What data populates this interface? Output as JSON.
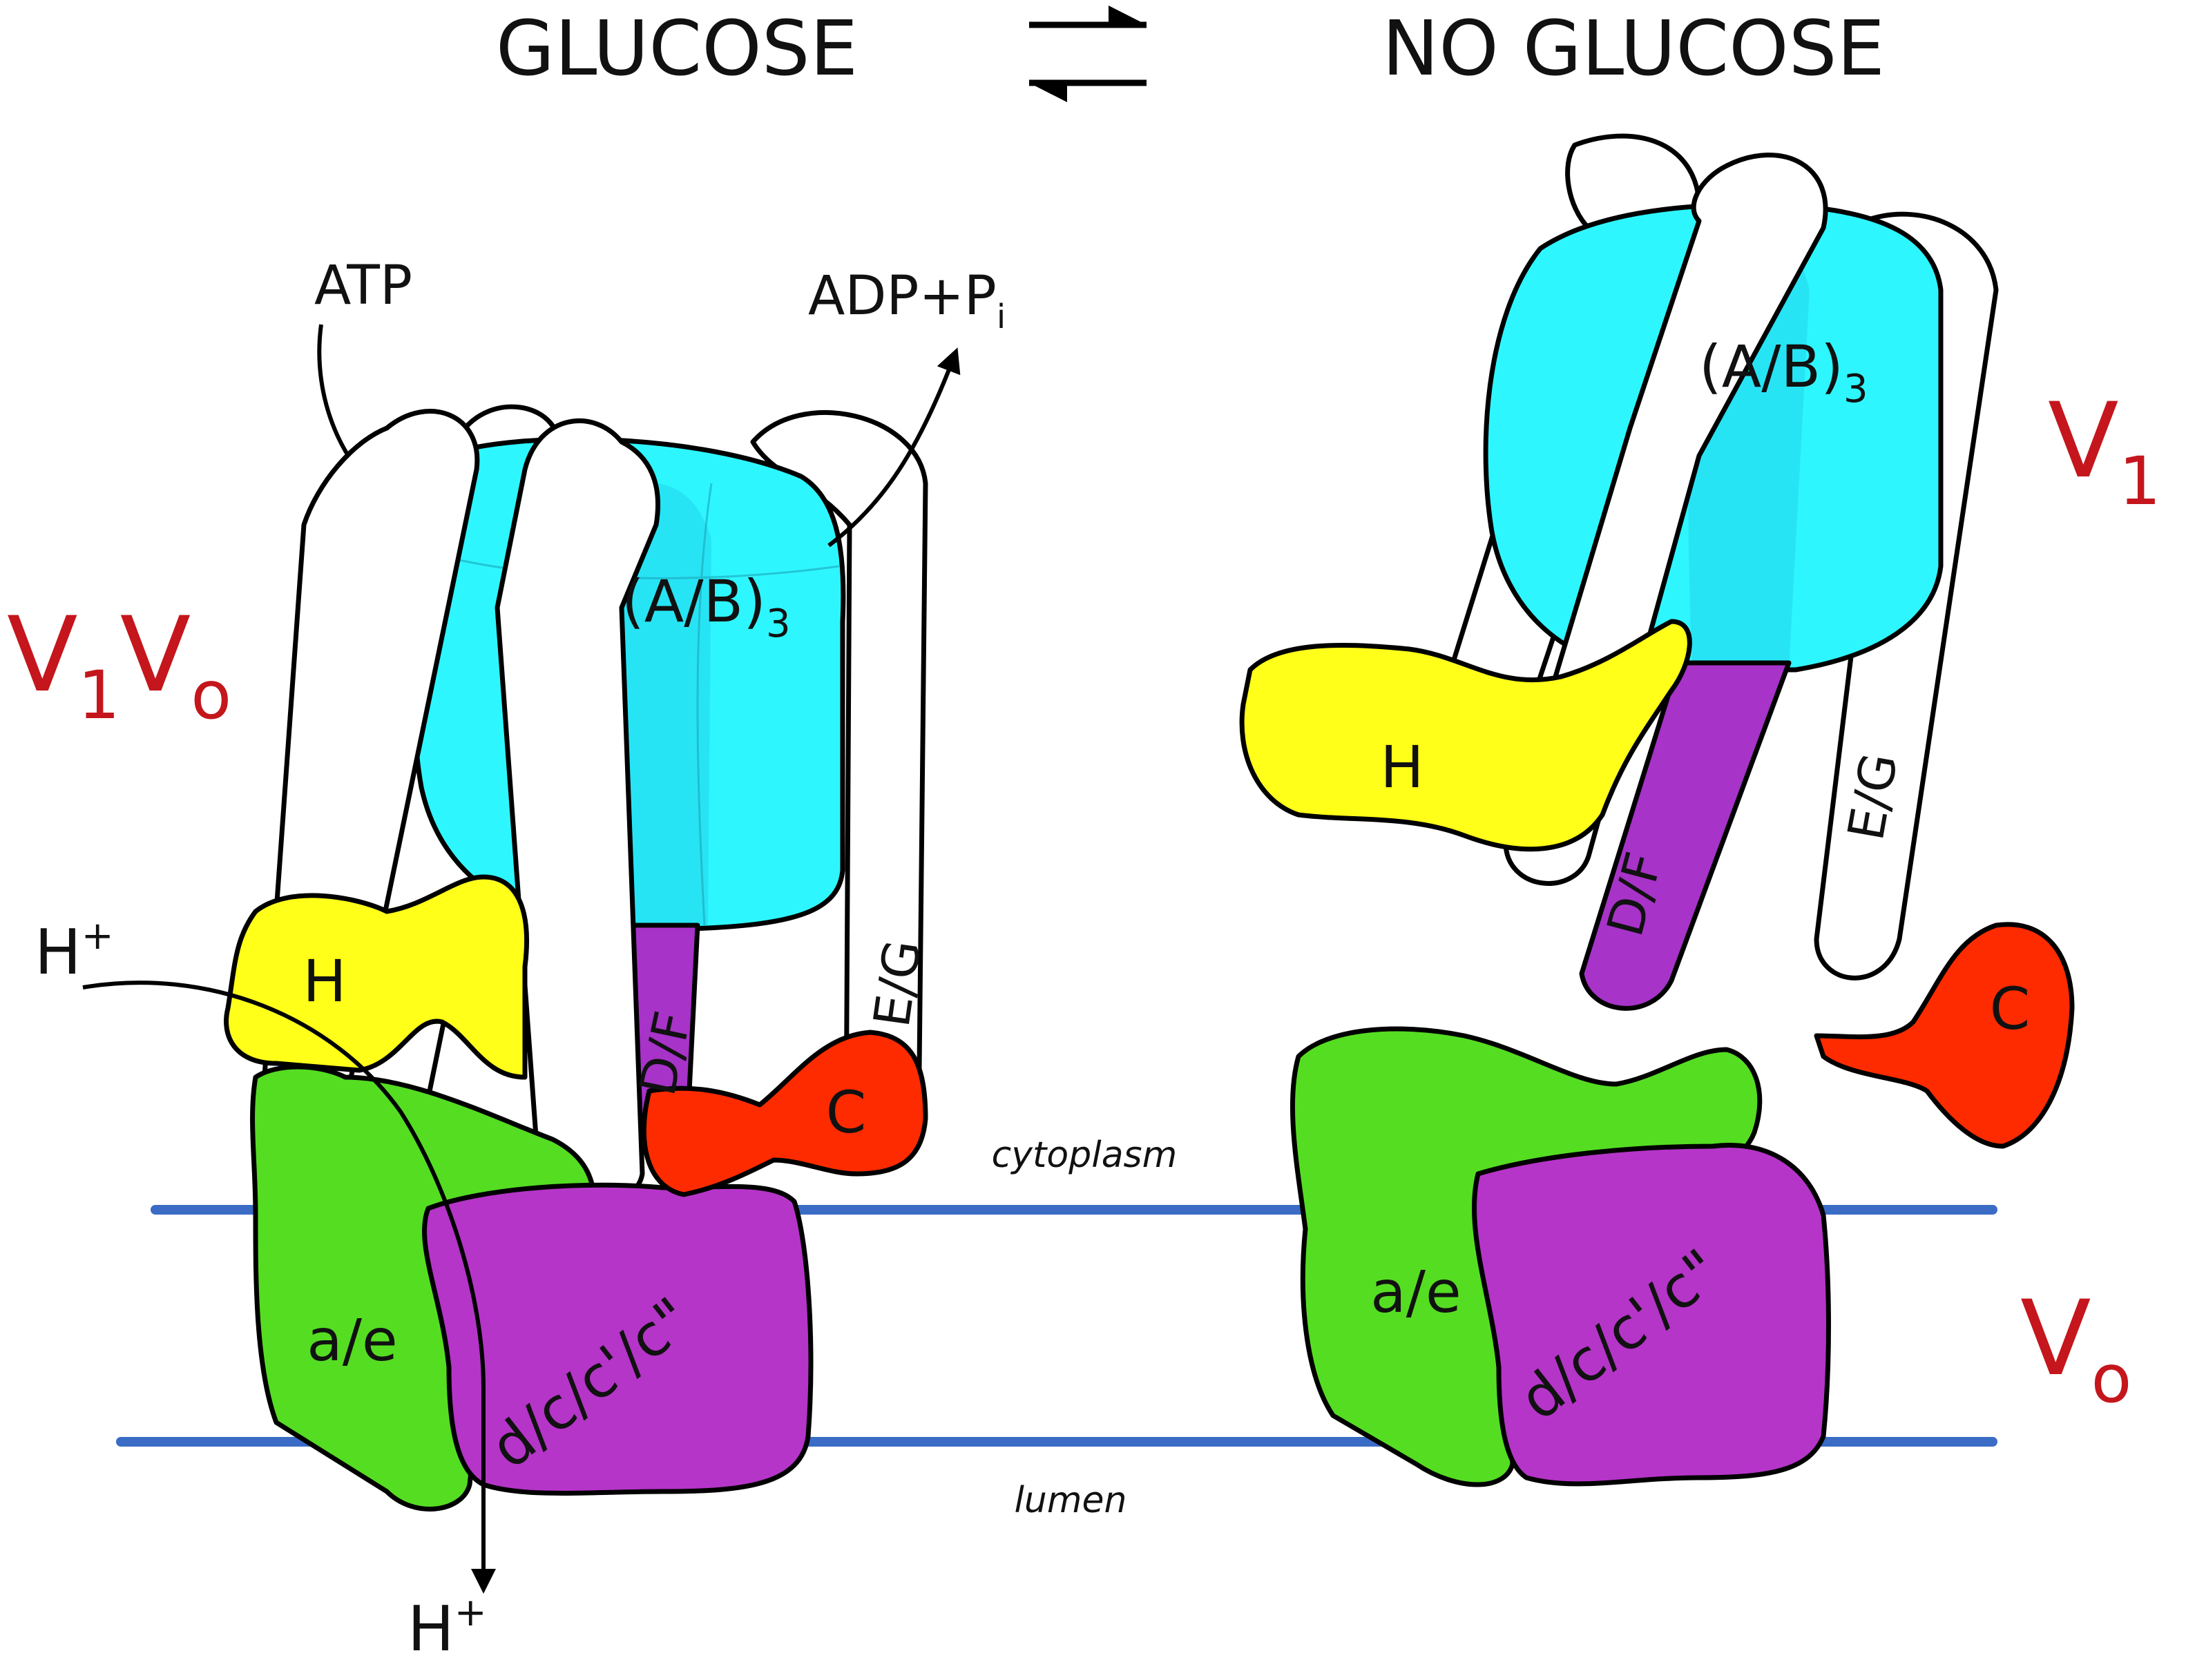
{
  "header": {
    "left_state": "GLUCOSE",
    "right_state": "NO GLUCOSE",
    "equilibrium_symbol": "⇄"
  },
  "left_complex": {
    "name": "V1Vo",
    "name_main_1": "V",
    "name_sub_1": "1",
    "name_main_2": "V",
    "name_sub_2": "o",
    "substrate": "ATP",
    "product_main": "ADP+P",
    "product_sub": "i",
    "proton_in": "H",
    "proton_out": "H",
    "proton_charge": "+",
    "subunits": {
      "ab_main": "(A/B)",
      "ab_sub": "3",
      "h": "H",
      "df": "D/F",
      "eg": "E/G",
      "c": "C",
      "ae": "a/e",
      "ring": "d/c/c'/c\""
    }
  },
  "right_complex": {
    "v1_main": "V",
    "v1_sub": "1",
    "vo_main": "V",
    "vo_sub": "o",
    "subunits": {
      "ab_main": "(A/B)",
      "ab_sub": "3",
      "h": "H",
      "df": "D/F",
      "eg": "E/G",
      "c": "C",
      "ae": "a/e",
      "ring": "d/c/c'/c\""
    }
  },
  "membrane": {
    "top_label": "cytoplasm",
    "bottom_label": "lumen"
  },
  "colors": {
    "ab": "#2ef6ff",
    "ab_shade": "#22d6ec",
    "h": "#ffff1a",
    "df": "#a733c8",
    "c": "#ff2b00",
    "ae": "#55dd22",
    "ring": "#b535c8",
    "stalk": "#ffffff",
    "membrane": "#3a6cc6",
    "complex_label": "#c4161c"
  }
}
